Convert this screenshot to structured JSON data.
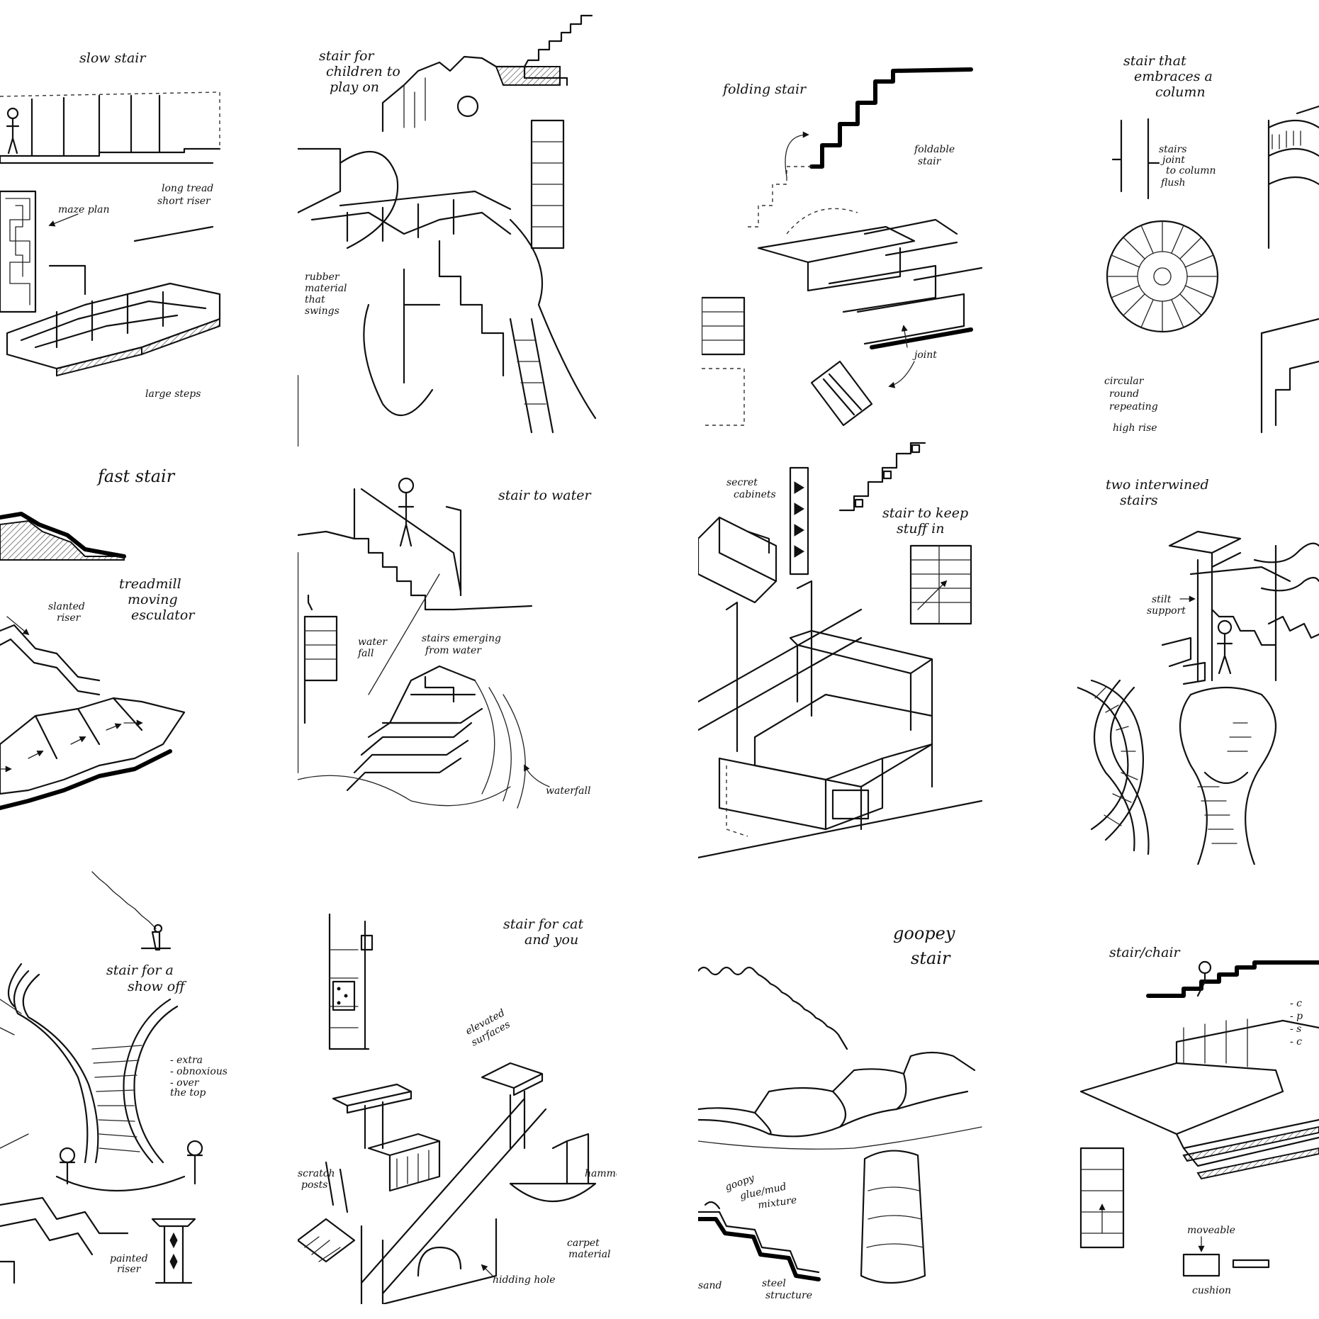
{
  "sheet": {
    "panels": {
      "slow_stair": {
        "title": "slow stair",
        "notes": [
          "long tread",
          "short riser",
          "maze plan",
          "large steps"
        ]
      },
      "children_stair": {
        "title_lines": [
          "stair for",
          "children to",
          "play on"
        ],
        "notes": [
          "rubber",
          "material",
          "that",
          "swings"
        ]
      },
      "folding_stair": {
        "title": "folding stair",
        "notes": [
          "foldable",
          "stair",
          "joint"
        ]
      },
      "column_stair": {
        "title_lines": [
          "stair that",
          "embraces a",
          "column"
        ],
        "notes": [
          "stairs",
          "joint",
          "to column",
          "flush",
          "circular",
          "round",
          "repeating",
          "high rise"
        ]
      },
      "fast_stair": {
        "title": "fast stair",
        "notes": [
          "treadmill",
          "moving",
          "esculator",
          "slanted",
          "riser"
        ]
      },
      "water_stair": {
        "title": "stair to water",
        "notes": [
          "water",
          "fall",
          "stairs emerging",
          "from water",
          "waterfall"
        ]
      },
      "storage_stair": {
        "title_lines": [
          "stair to keep",
          "stuff in"
        ],
        "notes": [
          "secret",
          "cabinets"
        ]
      },
      "intertwined_stair": {
        "title_lines": [
          "two interwined",
          "stairs"
        ],
        "notes": [
          "stilt",
          "support"
        ]
      },
      "showoff_stair": {
        "title_lines": [
          "stair for a",
          "show off"
        ],
        "notes": [
          "- extra",
          "- obnoxious",
          "- over",
          "  the top",
          "painted",
          "riser"
        ]
      },
      "cat_stair": {
        "title_lines": [
          "stair for cat",
          "and you"
        ],
        "notes": [
          "elevated",
          "surfaces",
          "scratch",
          "posts",
          "hammock",
          "carpet",
          "material",
          "hidding hole"
        ]
      },
      "goopey_stair": {
        "title_lines": [
          "goopey",
          "stair"
        ],
        "notes": [
          "goopy",
          "glue/mud",
          "mixture",
          "sand",
          "steel",
          "structure"
        ]
      },
      "chair_stair": {
        "title": "stair/chair",
        "notes": [
          "- c",
          "- p",
          "- s",
          "- c",
          "moveable",
          "cushion"
        ]
      }
    }
  }
}
